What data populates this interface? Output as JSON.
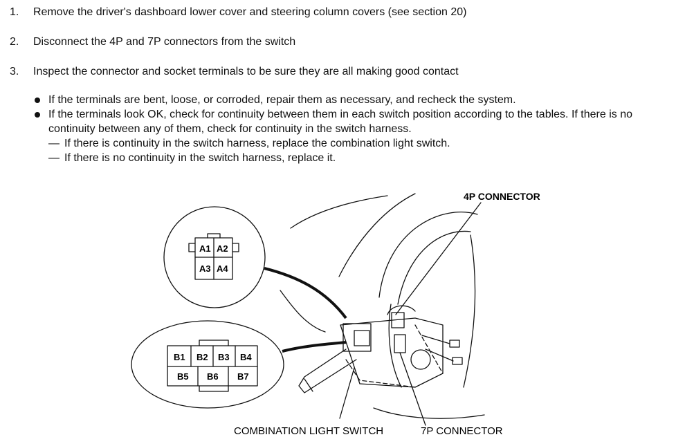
{
  "steps": [
    {
      "num": "1.",
      "text": "Remove the driver's dashboard lower cover and steering column covers (see section 20)"
    },
    {
      "num": "2.",
      "text": "Disconnect the 4P and 7P connectors from the switch"
    },
    {
      "num": "3.",
      "text": "Inspect the connector and socket terminals to be sure they are all making good contact"
    }
  ],
  "bullets": [
    "If the terminals are bent, loose, or corroded, repair them as necessary, and recheck the system.",
    "If the terminals look OK, check for continuity between them in each switch position according to the tables. If there is no continuity between any of them, check for continuity in the switch harness."
  ],
  "sub_bullets": [
    "If there is continuity in the switch harness, replace the combination light switch.",
    "If there is no continuity in the switch harness, replace it."
  ],
  "dash_char": "—",
  "diagram": {
    "label_4p": "4P CONNECTOR",
    "label_switch": "COMBINATION LIGHT SWITCH",
    "label_7p": "7P CONNECTOR",
    "pins_4p": [
      "A1",
      "A2",
      "A3",
      "A4"
    ],
    "pins_7p": [
      "B1",
      "B2",
      "B3",
      "B4",
      "B5",
      "B6",
      "B7"
    ]
  }
}
